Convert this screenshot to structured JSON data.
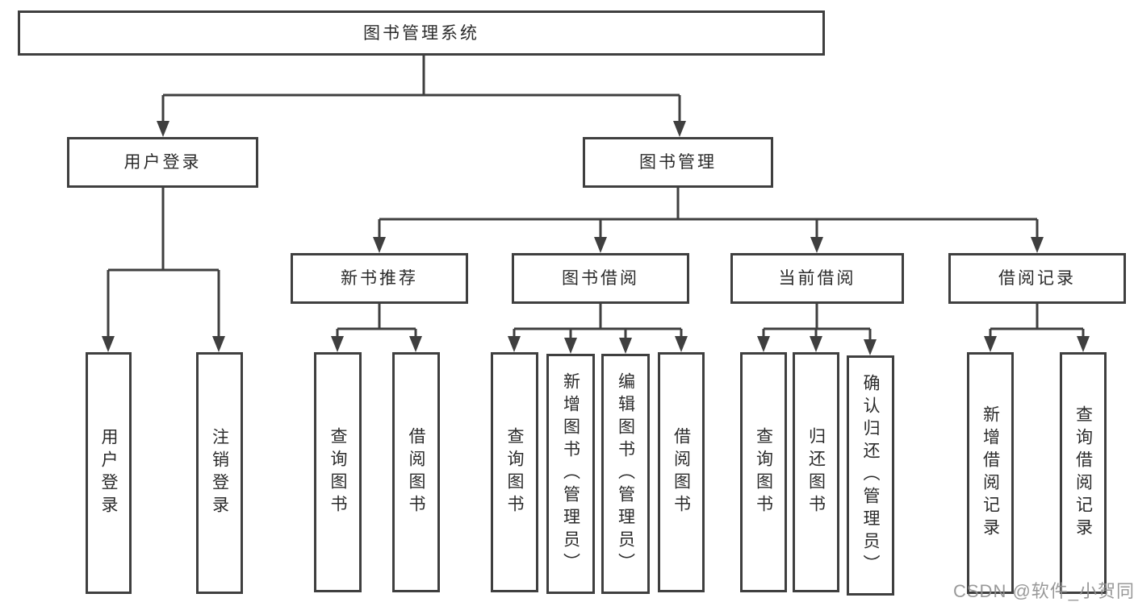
{
  "diagram": {
    "kind": "hierarchy-tree",
    "tree": {
      "label": "图书管理系统",
      "children": [
        {
          "label": "用户登录",
          "children": [
            {
              "label": "用户登录"
            },
            {
              "label": "注销登录"
            }
          ]
        },
        {
          "label": "图书管理",
          "children": [
            {
              "label": "新书推荐",
              "children": [
                {
                  "label": "查询图书"
                },
                {
                  "label": "借阅图书"
                }
              ]
            },
            {
              "label": "图书借阅",
              "children": [
                {
                  "label": "查询图书"
                },
                {
                  "label": "新增图书（管理员）"
                },
                {
                  "label": "编辑图书（管理员）"
                },
                {
                  "label": "借阅图书"
                }
              ]
            },
            {
              "label": "当前借阅",
              "children": [
                {
                  "label": "查询图书"
                },
                {
                  "label": "归还图书"
                },
                {
                  "label": "确认归还（管理员）"
                }
              ]
            },
            {
              "label": "借阅记录",
              "children": [
                {
                  "label": "新增借阅记录"
                },
                {
                  "label": "查询借阅记录"
                }
              ]
            }
          ]
        }
      ]
    }
  },
  "watermark": {
    "text": "CSDN @软件_小贺同学"
  },
  "colors": {
    "line": "#3f3f3f",
    "box_border": "#3f3f3f",
    "text": "#2b2b2b",
    "watermark": "#8f8f8f",
    "background": "#ffffff"
  }
}
